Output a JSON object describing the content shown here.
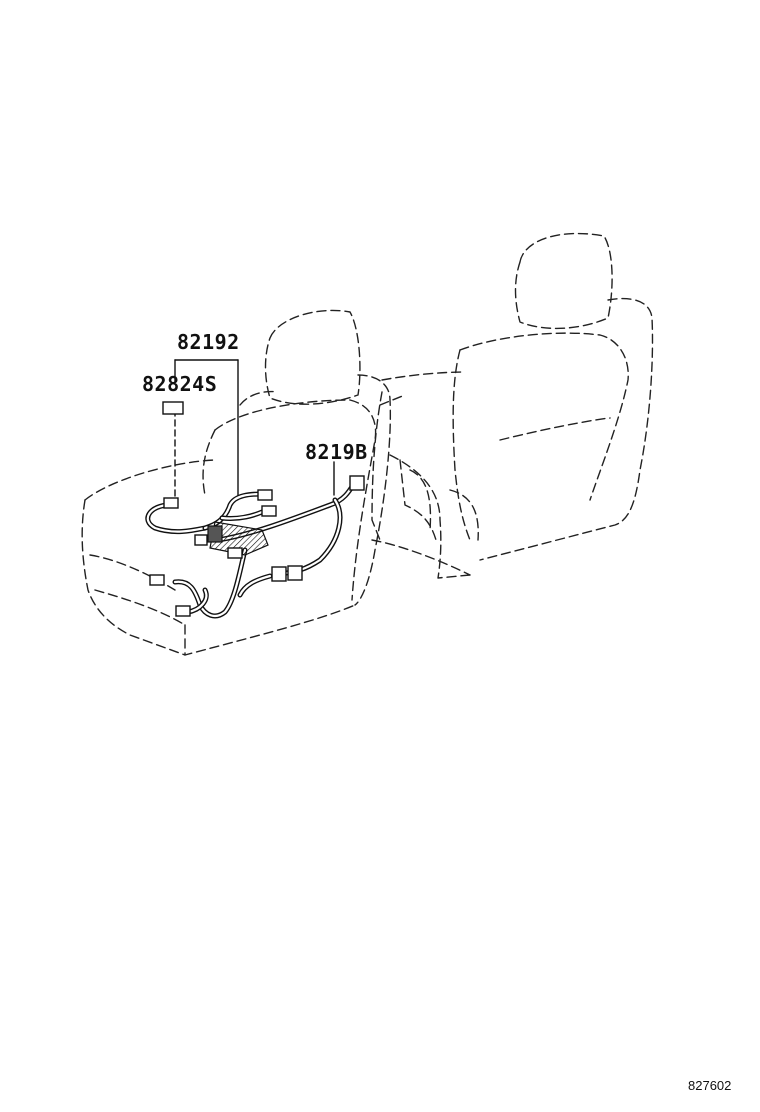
{
  "labels": {
    "part_82192": "82192",
    "part_82824s": "82824S",
    "part_8219b": "8219B"
  },
  "diagram_code": "827602",
  "icons": [
    "rear-seat-illustration",
    "front-seat-illustration",
    "wire-harness",
    "connector",
    "grommet-clip"
  ]
}
